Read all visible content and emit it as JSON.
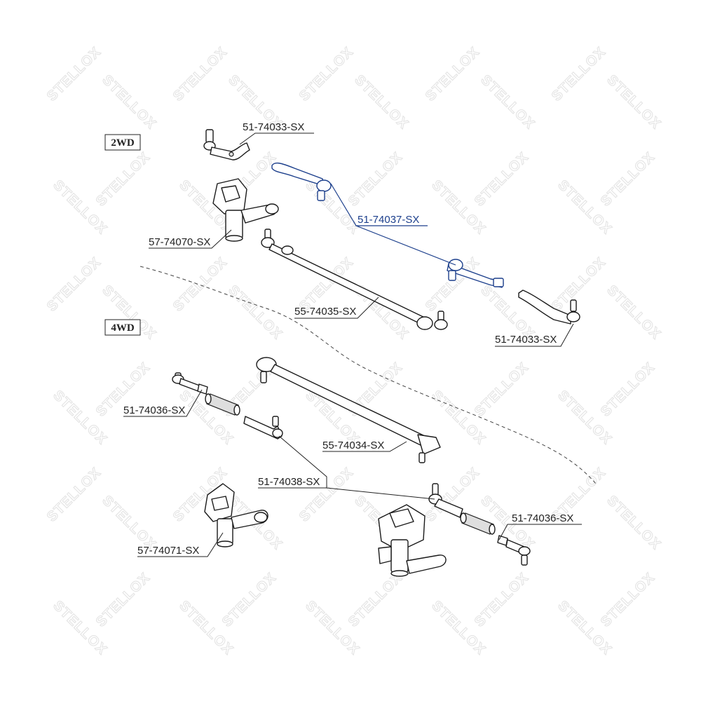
{
  "brand_watermark": "STELLOX",
  "sections": [
    {
      "label": "2WD"
    },
    {
      "label": "4WD"
    }
  ],
  "callouts": {
    "tie_rod_end_top": "51-74033-SX",
    "idler_arm_2wd": "57-74070-SX",
    "tie_rod_assembly": "51-74037-SX",
    "center_link_2wd": "55-74035-SX",
    "tie_rod_end_right": "51-74033-SX",
    "inner_end_left": "51-74036-SX",
    "center_link_4wd": "55-74034-SX",
    "outer_end_4wd": "51-74038-SX",
    "inner_end_right": "51-74036-SX",
    "idler_arm_4wd": "57-74071-SX"
  },
  "colors": {
    "highlight": "#1c3f8c",
    "line": "#1a1a1a",
    "watermark": "#e4e4e4"
  }
}
